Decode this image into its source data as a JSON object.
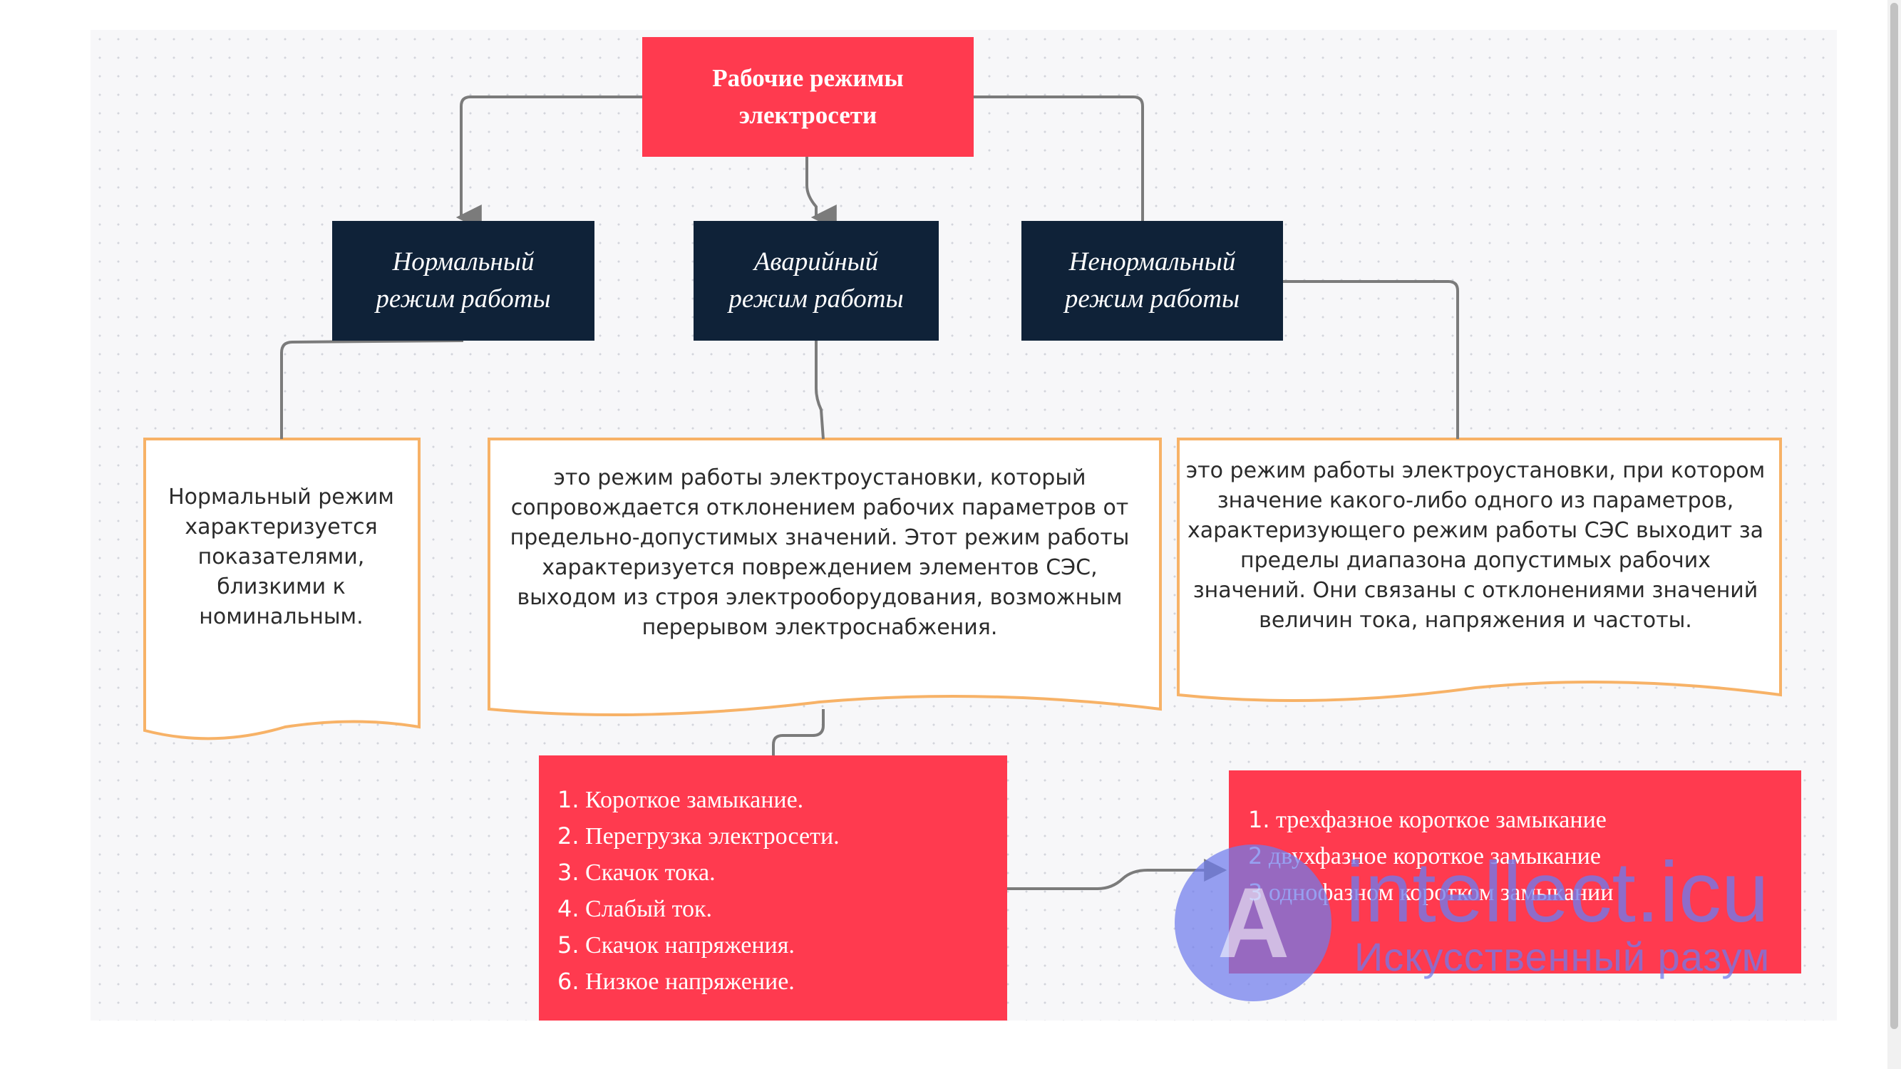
{
  "root": {
    "title": "Рабочие режимы электросети"
  },
  "modes": {
    "normal": {
      "label": "Нормальный режим работы"
    },
    "emergency": {
      "label": "Аварийный режим работы"
    },
    "abnormal": {
      "label": "Ненормальный режим работы"
    }
  },
  "descriptions": {
    "normal": "Нормальный режим характеризуется показателями, близкими к номинальным.",
    "emergency": "это режим работы электроустановки, который сопровождается отклонением рабочих параметров от предельно-допустимых значений. Этот режим работы характеризуется повреждением элементов СЭС, выходом из строя электрооборудования, возможным перерывом электроснабжения.",
    "abnormal": "это режим работы электроустановки, при котором значение какого-либо одного из параметров, характеризующего режим работы СЭС выходит за пределы диапазона допустимых рабочих значений. Они связаны с отклонениями значений величин тока, напряжения и частоты."
  },
  "emergency_causes": {
    "items": [
      {
        "num": "1.",
        "text": "Короткое замыкание."
      },
      {
        "num": "2.",
        "text": "Перегрузка электросети."
      },
      {
        "num": "3.",
        "text": "Скачок тока."
      },
      {
        "num": "4.",
        "text": "Слабый ток."
      },
      {
        "num": "5.",
        "text": "Скачок напряжения."
      },
      {
        "num": "6.",
        "text": "Низкое напряжение."
      }
    ]
  },
  "short_circuits": {
    "items": [
      {
        "num": "1.",
        "text": "трехфазное короткое замыкание"
      },
      {
        "num": "2",
        "text": "двухфазное короткое замыкание"
      },
      {
        "num": "3",
        "text": "однофазном коротком замыкании"
      }
    ]
  },
  "watermark": {
    "letter": "A",
    "name": "intellect.icu",
    "tagline": "Искусственный разум"
  },
  "colors": {
    "accent_red": "#ff3a4f",
    "dark_navy": "#0f2238",
    "doc_border": "#f7b267",
    "connector": "#7b7b7b",
    "watermark": "#6f7bec"
  }
}
